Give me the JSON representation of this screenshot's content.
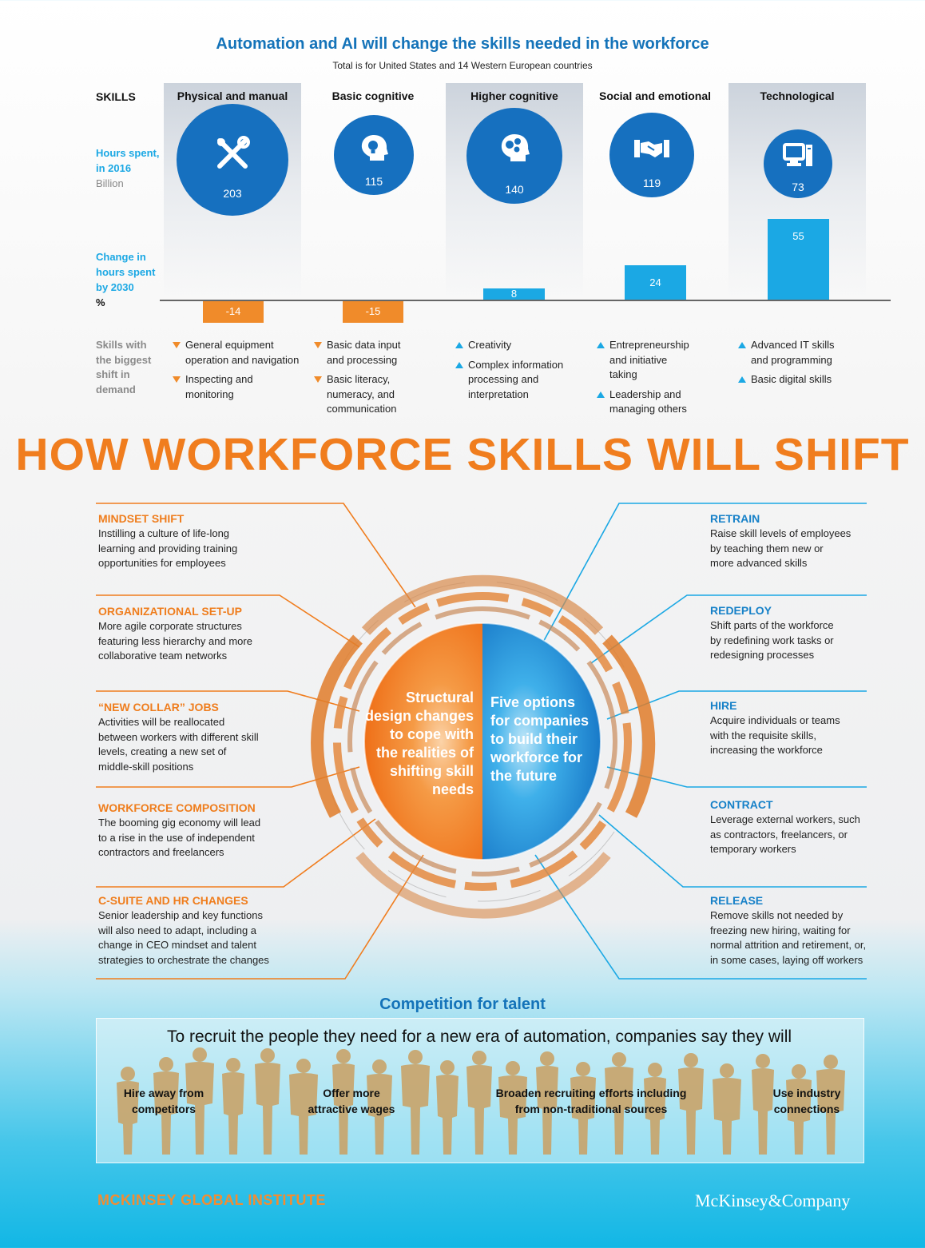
{
  "header": {
    "title": "Automation and AI will change the skills needed in the workforce",
    "subtitle": "Total is for United States and 14 Western European countries"
  },
  "labels": {
    "skills": "SKILLS",
    "hours_line1": "Hours spent,",
    "hours_line2": "in 2016",
    "hours_unit": "Billion",
    "change_line1": "Change in",
    "change_line2": "hours spent",
    "change_line3": "by 2030",
    "change_unit": "%",
    "shift_line1": "Skills with",
    "shift_line2": "the biggest",
    "shift_line3": "shift in",
    "shift_line4": "demand"
  },
  "skills": [
    {
      "name": "Physical and manual",
      "icon": "tools-icon",
      "hours": "203",
      "change": "-14",
      "change_value": -14,
      "shifts": [
        {
          "dir": "down",
          "line1": "General equipment",
          "line2": "operation and navigation",
          "line3": ""
        },
        {
          "dir": "down",
          "line1": "Inspecting and",
          "line2": "monitoring",
          "line3": ""
        }
      ]
    },
    {
      "name": "Basic cognitive",
      "icon": "lightbulb-head-icon",
      "hours": "115",
      "change": "-15",
      "change_value": -15,
      "shifts": [
        {
          "dir": "down",
          "line1": "Basic data input",
          "line2": "and processing",
          "line3": ""
        },
        {
          "dir": "down",
          "line1": "Basic literacy,",
          "line2": "numeracy, and",
          "line3": "communication"
        }
      ]
    },
    {
      "name": "Higher cognitive",
      "icon": "gears-head-icon",
      "hours": "140",
      "change": "8",
      "change_value": 8,
      "shifts": [
        {
          "dir": "up",
          "line1": "Creativity",
          "line2": "",
          "line3": ""
        },
        {
          "dir": "up",
          "line1": "Complex information",
          "line2": "processing and",
          "line3": "interpretation"
        }
      ]
    },
    {
      "name": "Social and emotional",
      "icon": "handshake-icon",
      "hours": "119",
      "change": "24",
      "change_value": 24,
      "shifts": [
        {
          "dir": "up",
          "line1": "Entrepreneurship",
          "line2": "and initiative",
          "line3": "taking"
        },
        {
          "dir": "up",
          "line1": "Leadership and",
          "line2": "managing others",
          "line3": ""
        }
      ]
    },
    {
      "name": "Technological",
      "icon": "computer-icon",
      "hours": "73",
      "change": "55",
      "change_value": 55,
      "shifts": [
        {
          "dir": "up",
          "line1": "Advanced IT skills",
          "line2": "and programming",
          "line3": ""
        },
        {
          "dir": "up",
          "line1": "Basic digital skills",
          "line2": "",
          "line3": ""
        }
      ]
    }
  ],
  "main_title": "HOW WORKFORCE SKILLS WILL SHIFT",
  "left_items": [
    {
      "title": "MINDSET SHIFT",
      "l1": "Instilling a culture of life-long",
      "l2": "learning and providing training",
      "l3": "opportunities for employees",
      "l4": ""
    },
    {
      "title": "ORGANIZATIONAL SET-UP",
      "l1": "More agile corporate structures",
      "l2": "featuring less hierarchy and more",
      "l3": "collaborative team networks",
      "l4": ""
    },
    {
      "title": "“NEW COLLAR” JOBS",
      "l1": "Activities will be reallocated",
      "l2": "between workers with different skill",
      "l3": "levels, creating a new set of",
      "l4": "middle-skill positions"
    },
    {
      "title": "WORKFORCE COMPOSITION",
      "l1": "The booming gig economy will lead",
      "l2": "to a rise in the use of independent",
      "l3": "contractors and freelancers",
      "l4": ""
    },
    {
      "title": "C-SUITE AND HR CHANGES",
      "l1": "Senior leadership and key functions",
      "l2": "will also need to adapt, including a",
      "l3": "change in CEO mindset and talent",
      "l4": "strategies to orchestrate the changes"
    }
  ],
  "right_items": [
    {
      "title": "RETRAIN",
      "l1": "Raise skill levels of employees",
      "l2": "by teaching them new or",
      "l3": "more advanced skills",
      "l4": ""
    },
    {
      "title": "REDEPLOY",
      "l1": "Shift parts of the workforce",
      "l2": "by redefining work tasks or",
      "l3": "redesigning processes",
      "l4": ""
    },
    {
      "title": "HIRE",
      "l1": "Acquire individuals or teams",
      "l2": "with the requisite skills,",
      "l3": "increasing the workforce",
      "l4": ""
    },
    {
      "title": "CONTRACT",
      "l1": "Leverage external workers, such",
      "l2": "as contractors, freelancers, or",
      "l3": "temporary workers",
      "l4": ""
    },
    {
      "title": "RELEASE",
      "l1": "Remove skills not needed by",
      "l2": "freezing new hiring, waiting for",
      "l3": "normal attrition and retirement, or,",
      "l4": "in some cases, laying off workers"
    }
  ],
  "center": {
    "left": [
      "Structural",
      "design changes",
      "to cope with",
      "the realities of",
      "shifting skill",
      "needs"
    ],
    "right": [
      "Five options",
      "for companies",
      "to build their",
      "workforce for",
      "the future"
    ]
  },
  "competition": {
    "title": "Competition for talent",
    "intro": "To recruit the people they need for a new era of automation, companies say they will",
    "options": [
      {
        "l1": "Hire away from",
        "l2": "competitors"
      },
      {
        "l1": "Offer more",
        "l2": "attractive wages"
      },
      {
        "l1": "Broaden recruiting efforts including",
        "l2": "from non-traditional sources"
      },
      {
        "l1": "Use industry",
        "l2": "connections"
      }
    ]
  },
  "footer": {
    "left_logo": "MCKINSEY GLOBAL INSTITUTE",
    "right_logo": "McKinsey&Company"
  },
  "colors": {
    "blue": "#1670bf",
    "light_blue": "#1ba8e4",
    "orange": "#f07d1e",
    "silhouette": "#c9a46a"
  }
}
